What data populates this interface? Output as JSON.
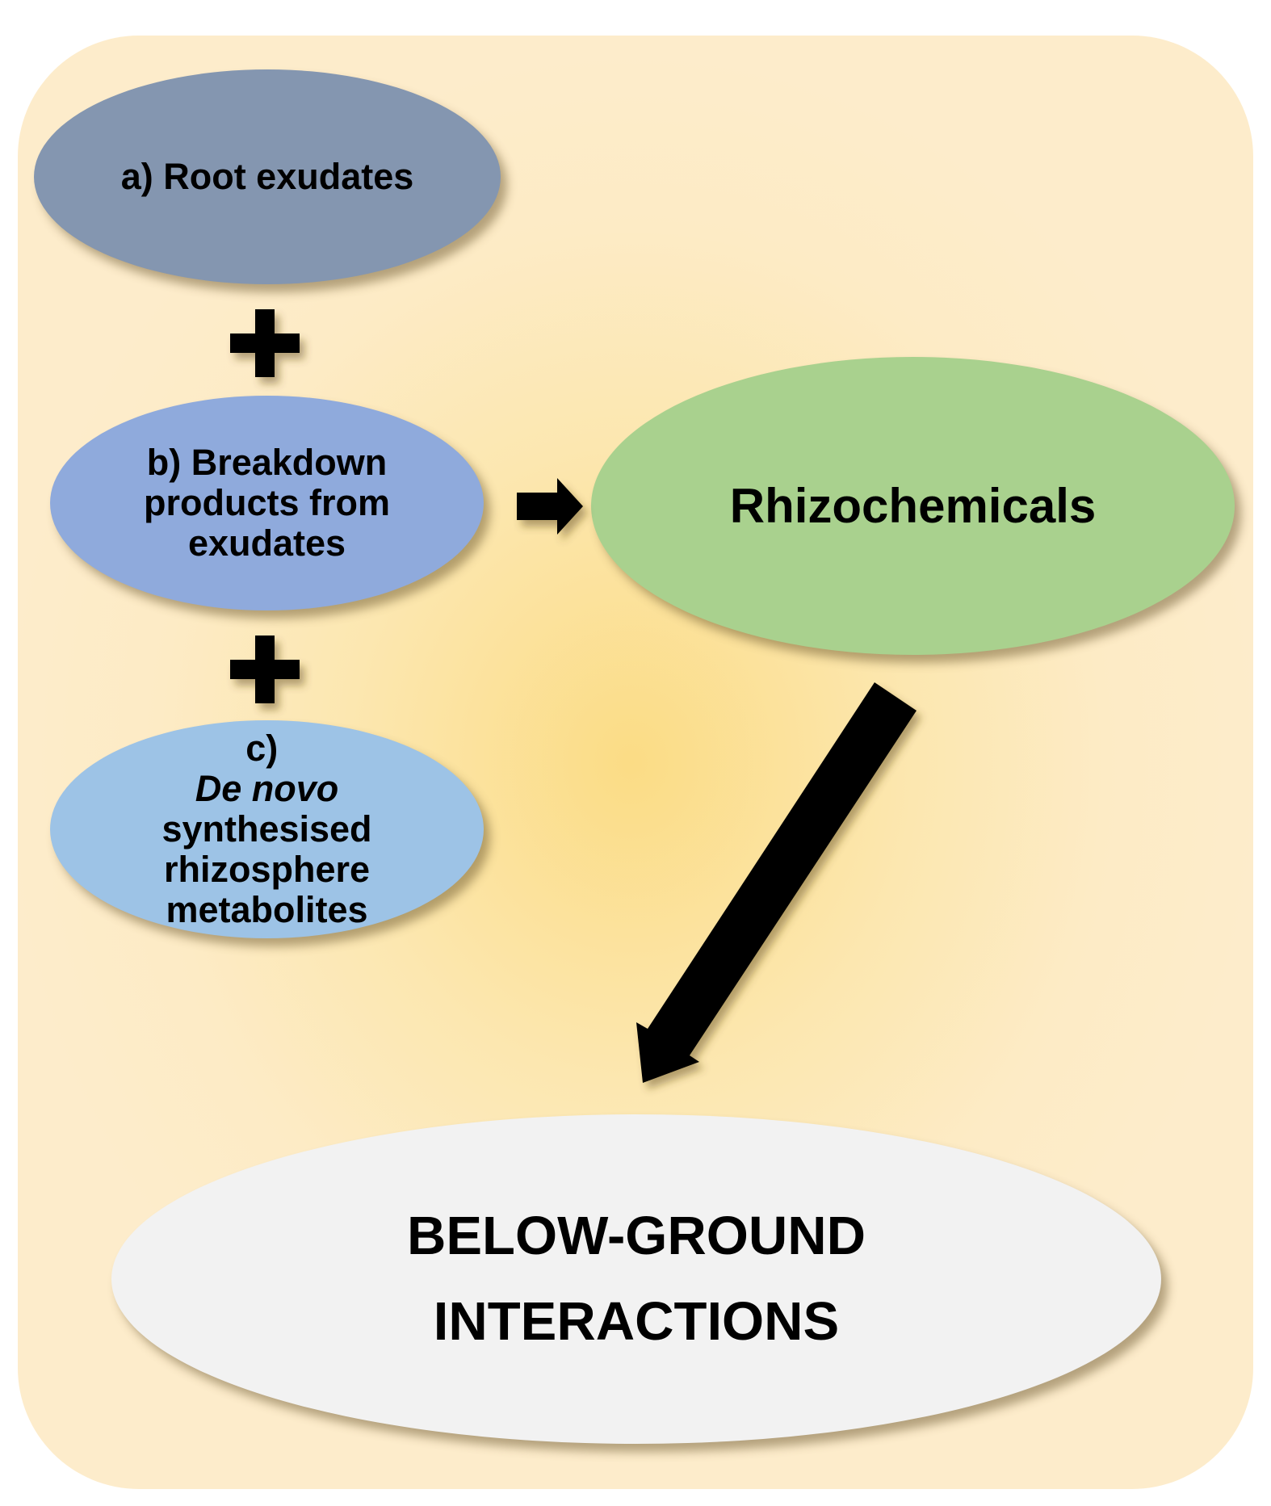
{
  "nodes": {
    "root_exudates": {
      "label": "a) Root exudates"
    },
    "breakdown": {
      "lines": [
        "b) Breakdown",
        "products from",
        "exudates"
      ]
    },
    "de_novo": {
      "prefix": "c) ",
      "italic": "De novo",
      "lines": [
        "synthesised",
        "rhizosphere",
        "metabolites"
      ]
    },
    "rhizochemicals": {
      "label": "Rhizochemicals"
    },
    "below_ground": {
      "lines": [
        "BELOW-GROUND",
        "INTERACTIONS"
      ]
    }
  },
  "colors": {
    "root_exudates": "#8496b0",
    "breakdown": "#8faadc",
    "de_novo": "#9dc3e6",
    "rhizochemicals": "#a9d18e",
    "below_ground": "#f2f2f2",
    "panel": "#fde9bd",
    "arrow": "#000000"
  }
}
